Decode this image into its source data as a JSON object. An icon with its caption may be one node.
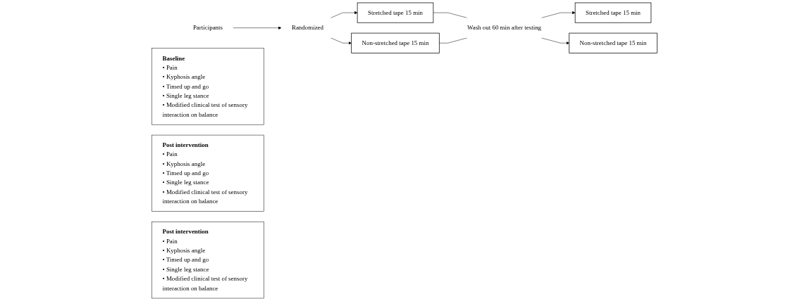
{
  "diagram": {
    "nodes": [
      {
        "text": [
          "Participants"
        ]
      },
      {
        "text": [
          "Randomized"
        ]
      },
      {
        "text": [
          "Stretched tape 15 min"
        ]
      },
      {
        "text": [
          "Non-stretched tape 15 min"
        ]
      },
      {
        "text": [
          "Wash out 60 min after testing"
        ]
      },
      {
        "text": [
          "Stretched tape 15 min"
        ]
      },
      {
        "text": [
          "Non-stretched tape 15 min"
        ]
      },
      {
        "text": [
          "Baseline",
          "• Pain",
          "• Kyphosis angle",
          "• Timed up and go",
          "• Single leg stance",
          "• Modified clinical test of sensory interaction on balance"
        ]
      },
      {
        "text": [
          "Post intervention",
          "• Pain",
          "• Kyphosis angle",
          "• Timed up and go",
          "• Single leg stance",
          "• Modified clinical test of sensory interaction on balance"
        ]
      },
      {
        "text": [
          "Post intervention",
          "• Pain",
          "• Kyphosis angle",
          "• Timed up and go",
          "• Single leg stance",
          "• Modified clinical test of sensory interaction on balance"
        ]
      }
    ],
    "edges": [
      {
        "from": 0,
        "to": 1,
        "arrow": "to"
      },
      {
        "from": 1,
        "to": 2,
        "arrow": "to"
      },
      {
        "from": 1,
        "to": 3,
        "arrow": "to"
      },
      {
        "from": 2,
        "to": 4,
        "arrow": "none"
      },
      {
        "from": 3,
        "to": 4,
        "arrow": "none"
      },
      {
        "from": 4,
        "to": 5,
        "arrow": "to"
      },
      {
        "from": 4,
        "to": 6,
        "arrow": "to"
      }
    ]
  }
}
